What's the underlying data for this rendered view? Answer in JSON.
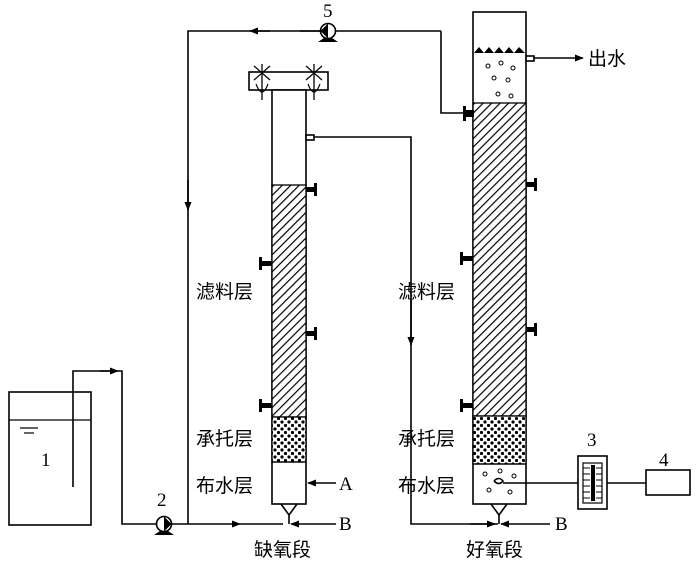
{
  "labels": {
    "filter_layer_left": "滤料层",
    "support_layer_left": "承托层",
    "distribution_layer_left": "布水层",
    "filter_layer_right": "滤料层",
    "support_layer_right": "承托层",
    "distribution_layer_right": "布水层",
    "anoxic_stage": "缺氧段",
    "aerobic_stage": "好氧段",
    "effluent": "出水",
    "inlet_a": "A",
    "inlet_b_left": "B",
    "inlet_b_right": "B"
  },
  "components": {
    "tank": "1",
    "pump_feed": "2",
    "flowmeter": "3",
    "air_pump": "4",
    "pump_recycle": "5"
  }
}
